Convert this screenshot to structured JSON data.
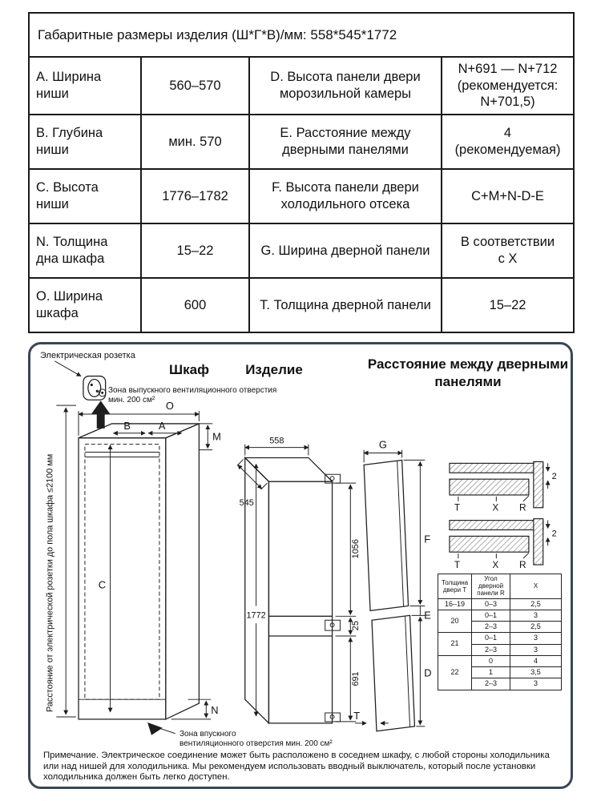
{
  "spec_table": {
    "title": "Габаритные размеры изделия (Ш*Г*В)/мм: 558*545*1772",
    "rows": [
      {
        "label_left": "A. Ширина\nниши",
        "value_left": "560–570",
        "label_right": "D. Высота панели двери\nморозильной камеры",
        "value_right": "N+691 — N+712\n(рекомендуется:\nN+701,5)"
      },
      {
        "label_left": "B. Глубина\nниши",
        "value_left": "мин. 570",
        "label_right": "E. Расстояние между\nдверными панелями",
        "value_right": "4\n(рекомендуемая)"
      },
      {
        "label_left": "C. Высота\nниши",
        "value_left": "1776–1782",
        "label_right": "F. Высота панели двери\nхолодильного отсека",
        "value_right": "C+M+N-D-E"
      },
      {
        "label_left": "N. Толщина\nдна шкафа",
        "value_left": "15–22",
        "label_right": "G. Ширина дверной панели",
        "value_right": "В соответствии\nс X"
      },
      {
        "label_left": "O. Ширина\nшкафа",
        "value_left": "600",
        "label_right": "T. Толщина дверной панели",
        "value_right": "15–22"
      }
    ]
  },
  "diagram": {
    "border_color": "#3a4754",
    "socket_label": "Электрическая розетка",
    "cabinet_title": "Шкаф",
    "product_title": "Изделие",
    "distance_title": "Расстояние между дверными панелями",
    "vent_top_label": "Зона выпускного вентиляционного отверстия\nмин. 200 см²",
    "left_vertical_label": "Расстояние от электрической розетки до пола шкафа ≤2100 мм",
    "vent_bottom_label": "Зона впускного\nвентиляционного отверстия мин. 200 см²",
    "cabinet_labels": {
      "o": "O",
      "b": "B",
      "a": "A",
      "m": "M",
      "c": "C",
      "n": "N"
    },
    "product_dims": {
      "width": "558",
      "depth": "545",
      "height": "1772",
      "upper_door": "1056",
      "doors_gap": "25",
      "lower_door": "691"
    },
    "panel_labels": {
      "g": "G",
      "f": "F",
      "e": "E",
      "d": "D",
      "t": "T"
    },
    "detail_labels": {
      "gap": "2",
      "t": "T",
      "x": "X",
      "r": "R"
    },
    "angle_table": {
      "col1_header": "Толщина\nдвери T",
      "col2_header": "Угол\nдверной\nпанели R",
      "col3_header": "X",
      "rows": [
        {
          "t": "16–19",
          "r": "0–3",
          "x": "2,5"
        },
        {
          "t": "20",
          "r": "0–1",
          "x": "3"
        },
        {
          "r": "2–3",
          "x": "2,5"
        },
        {
          "t": "21",
          "r": "0–1",
          "x": "3"
        },
        {
          "r": "2–3",
          "x": "3"
        },
        {
          "t": "22",
          "r": "0",
          "x": "4"
        },
        {
          "r": "1",
          "x": "3,5"
        },
        {
          "r": "2–3",
          "x": "3"
        }
      ]
    },
    "note": "Примечание. Электрическое соединение может быть расположено в соседнем шкафу, с любой стороны холодильника или над нишей для холодильника. Мы рекомендуем использовать вводный выключатель, который после установки холодильника должен быть легко доступен."
  }
}
